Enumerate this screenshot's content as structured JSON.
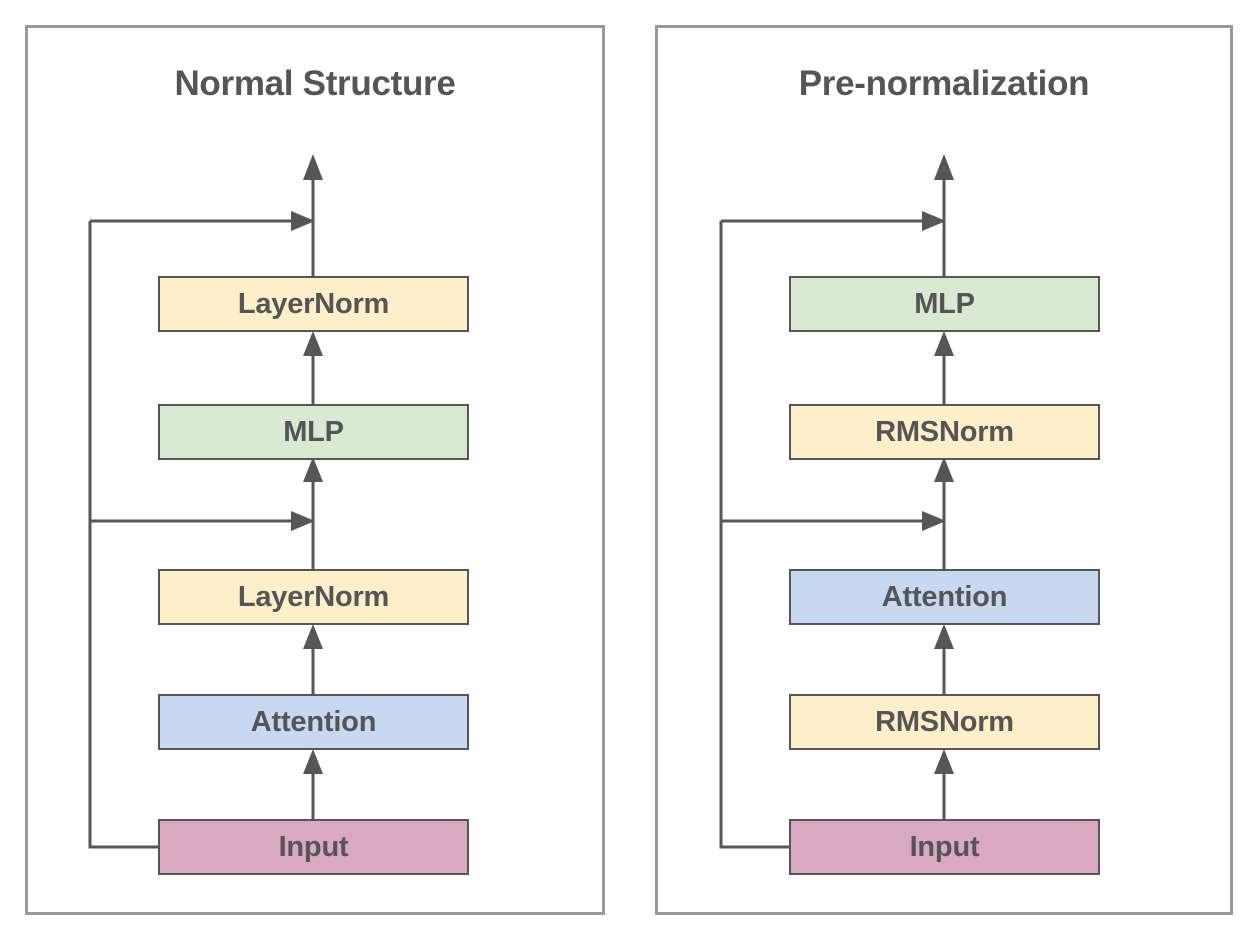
{
  "diagram": {
    "type": "architecture-comparison",
    "background": "#ffffff",
    "line_color": "#565656",
    "text_color": "#555555",
    "panel_border_color": "#9a9a9a",
    "palette": {
      "norm": "#fcefc9",
      "mlp": "#d9ead3",
      "attention": "#c6d9f1",
      "input": "#d9aabf"
    },
    "panels": [
      {
        "id": "normal",
        "title": "Normal Structure",
        "nodes": [
          {
            "label": "LayerNorm",
            "color_key": "norm",
            "fill": "#fcefc9"
          },
          {
            "label": "MLP",
            "color_key": "mlp",
            "fill": "#d9ead3"
          },
          {
            "label": "LayerNorm",
            "color_key": "norm",
            "fill": "#fcefc9"
          },
          {
            "label": "Attention",
            "color_key": "attention",
            "fill": "#c6d9f1"
          },
          {
            "label": "Input",
            "color_key": "input",
            "fill": "#d9aabf"
          }
        ],
        "residual_connections": 2,
        "output_arrow": true
      },
      {
        "id": "prenorm",
        "title": "Pre-normalization",
        "nodes": [
          {
            "label": "MLP",
            "color_key": "mlp",
            "fill": "#d9ead3"
          },
          {
            "label": "RMSNorm",
            "color_key": "norm",
            "fill": "#fcefc9"
          },
          {
            "label": "Attention",
            "color_key": "attention",
            "fill": "#c6d9f1"
          },
          {
            "label": "RMSNorm",
            "color_key": "norm",
            "fill": "#fcefc9"
          },
          {
            "label": "Input",
            "color_key": "input",
            "fill": "#d9aabf"
          }
        ],
        "residual_connections": 2,
        "output_arrow": true
      }
    ]
  }
}
